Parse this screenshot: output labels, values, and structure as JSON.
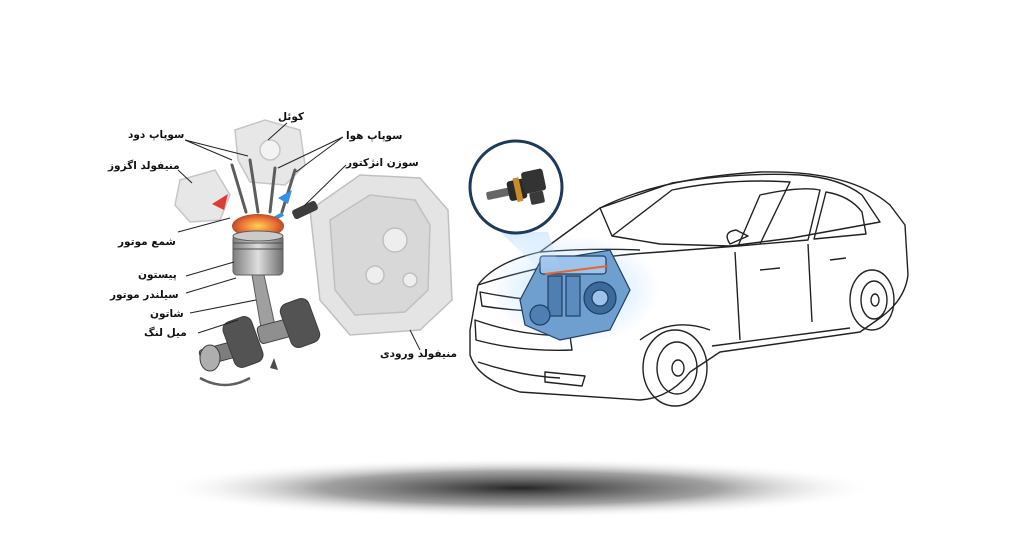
{
  "labels": {
    "coil": "کوئل",
    "exhaust_valve": "سوپاپ دود",
    "exhaust_manifold": "منیفولد اگزوز",
    "air_valve": "سوپاپ هوا",
    "injector": "سوزن انژکتور",
    "spark_plug": "شمع موتور",
    "piston": "پیستون",
    "cylinder": "سیلندر موتور",
    "conrod": "شاتون",
    "crankshaft": "میل لنگ",
    "intake_manifold": "منیفولد ورودی"
  },
  "colors": {
    "engine_blue": "#6f9fcf",
    "injector_ring": "#1b3a5c",
    "highlight_orange": "#e8662a",
    "spray_blue": "#2a8be0"
  }
}
